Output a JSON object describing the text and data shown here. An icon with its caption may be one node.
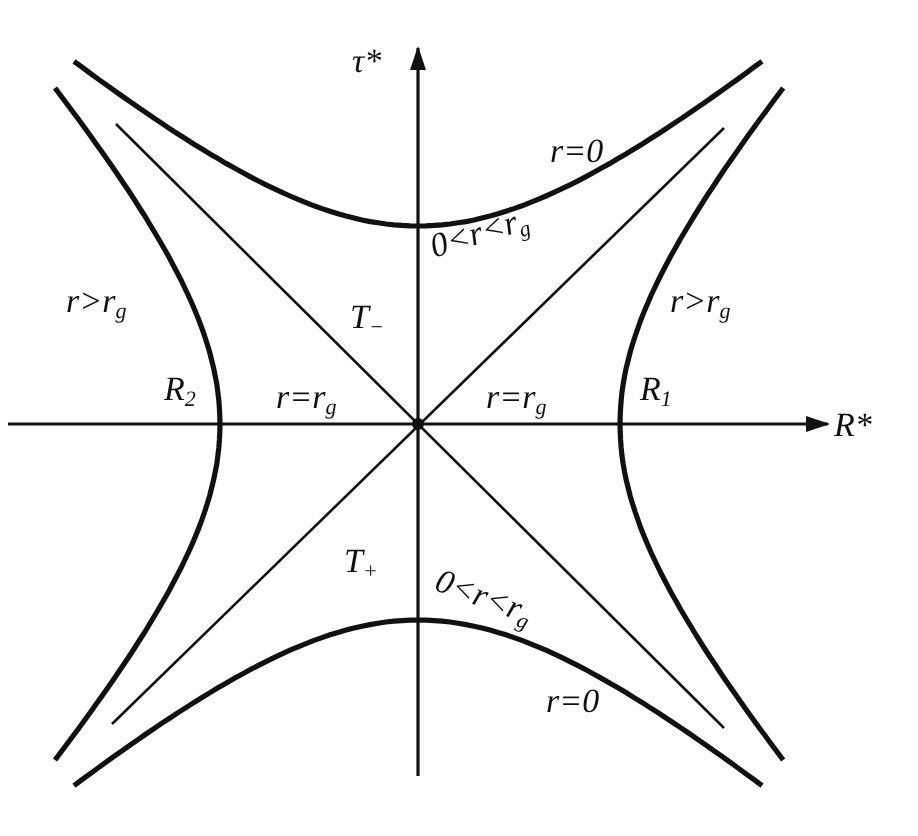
{
  "diagram": {
    "labels": [
      "τ*",
      "r=0",
      "0<r<r$_{g}$",
      "r>r$_{g}$",
      "r>r$_{g}$",
      "T$_{−}$",
      "R$_{2}$",
      "r=r$_{g}$",
      "r=r$_{g}$",
      "R$_{1}$",
      "R*",
      "T$_{+}$",
      "0<r<r$_{g}$",
      "r=0"
    ]
  }
}
